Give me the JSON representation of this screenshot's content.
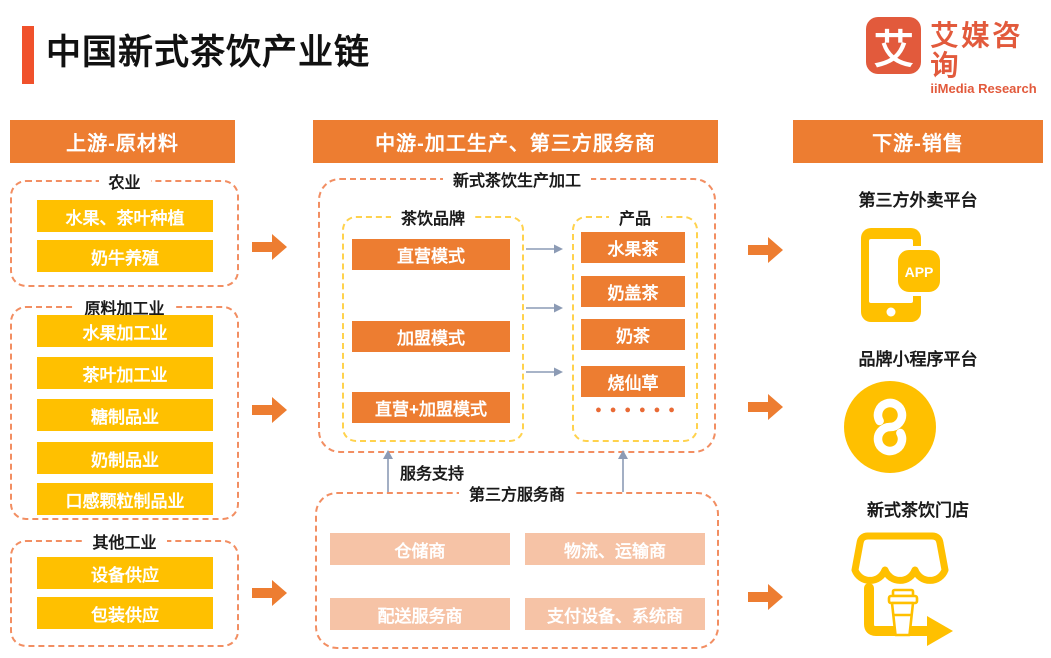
{
  "title": "中国新式茶饮产业链",
  "logo": {
    "glyph": "艾",
    "name_cn": "艾媒咨询",
    "name_en": "iiMedia Research"
  },
  "colors": {
    "orange": "#ED7D31",
    "yellow": "#FFC000",
    "salmon": "#F6C3A6",
    "accent_red": "#F0512B",
    "logo_orange": "#E25A3C",
    "arrow_gray": "#8C9BB5"
  },
  "upstream": {
    "header": "上游-原材料",
    "groups": [
      {
        "label": "农业",
        "items": [
          "水果、茶叶种植",
          "奶牛养殖"
        ]
      },
      {
        "label": "原料加工业",
        "items": [
          "水果加工业",
          "茶叶加工业",
          "糖制品业",
          "奶制品业",
          "口感颗粒制品业"
        ]
      },
      {
        "label": "其他工业",
        "items": [
          "设备供应",
          "包装供应"
        ]
      }
    ]
  },
  "midstream": {
    "header": "中游-加工生产、第三方服务商",
    "production": {
      "label": "新式茶饮生产加工",
      "brands": {
        "label": "茶饮品牌",
        "items": [
          "直营模式",
          "加盟模式",
          "直营+加盟模式"
        ]
      },
      "products": {
        "label": "产品",
        "items": [
          "水果茶",
          "奶盖茶",
          "奶茶",
          "烧仙草"
        ],
        "more_dots": "●●●●●●"
      }
    },
    "support_label": "服务支持",
    "services": {
      "label": "第三方服务商",
      "items": [
        "仓储商",
        "物流、运输商",
        "配送服务商",
        "支付设备、系统商"
      ]
    }
  },
  "downstream": {
    "header": "下游-销售",
    "channels": [
      {
        "label": "第三方外卖平台",
        "icon": "app-phone-icon",
        "badge": "APP"
      },
      {
        "label": "品牌小程序平台",
        "icon": "mini-program-icon"
      },
      {
        "label": "新式茶饮门店",
        "icon": "store-icon"
      }
    ]
  }
}
